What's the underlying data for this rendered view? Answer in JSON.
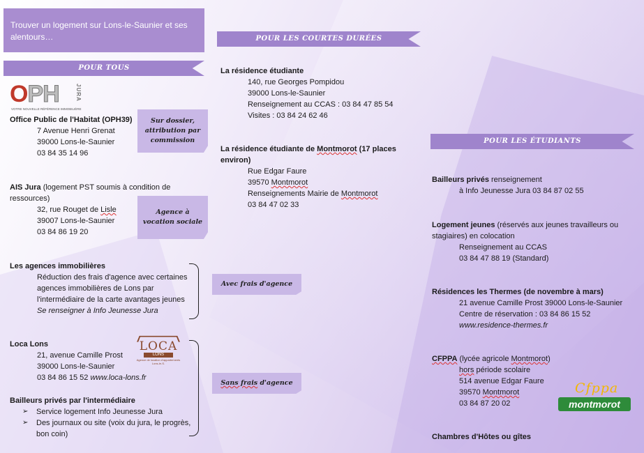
{
  "banner": {
    "title": "Trouver un logement sur Lons-le-Saunier et ses alentours…"
  },
  "ribbons": {
    "pour_tous": "POUR TOUS",
    "courtes": "POUR LES COURTES DURÉES",
    "etudiants": "POUR LES ÉTUDIANTS"
  },
  "oph": {
    "logo_text": "OPH",
    "logo_side": "JURA",
    "logo_tagline": "VOTRE NOUVELLE RÉFÉRENCE IMMOBILIÈRE",
    "name": "Office Public de l'Habitat (OPH39)",
    "lines": [
      "7 Avenue Henri Grenat",
      "39000 Lons-le-Saunier",
      "03 84 35 14 96"
    ]
  },
  "ais": {
    "name": "AIS Jura",
    "desc": " (logement PST soumis à condition de ressources)",
    "addr_pre": "32, rue Rouget de ",
    "addr_sq": "Lisle",
    "lines": [
      "39007 Lons-le-Saunier",
      "03 84 86 19 20"
    ]
  },
  "tags": {
    "dossier": "Sur dossier, attribution par commission",
    "vocation": "Agence à vocation sociale",
    "avec_frais": "Avec frais d'agence",
    "sans_frais_sq": "Sans frais",
    "sans_frais_rest": " d'agence"
  },
  "agences": {
    "name": "Les agences immobilières",
    "desc": "Réduction des frais d'agence avec certaines agences immobilières de Lons par l'intermédiaire de la carte avantages jeunes",
    "note": "Se renseigner à Info Jeunesse Jura"
  },
  "loca": {
    "name": "Loca Lons",
    "lines": [
      "21, avenue Camille Prost",
      "39000 Lons-le-Saunier"
    ],
    "phone": "03 84 86 15 52 ",
    "web": "www.loca-lons.fr",
    "logo_main": "LOCA",
    "logo_sub": "LONS",
    "logo_tagline": "Agence de location d'appartements Lons-le-S."
  },
  "bailleurs_inter": {
    "name": "Bailleurs privés par l'intermédiaire",
    "items": [
      "Service logement Info Jeunesse Jura",
      "Des journaux ou site (voix du jura, le progrès, bon coin)"
    ]
  },
  "residence": {
    "name": "La résidence étudiante",
    "lines": [
      "140, rue Georges Pompidou",
      "39000 Lons-le-Saunier",
      "Renseignement au CCAS : 03 84 47 85 54",
      "Visites : 03 84 24 62 46"
    ]
  },
  "montmorot_res": {
    "name_pre": "La résidence étudiante de ",
    "name_sq": "Montmorot",
    "name_post": " (17 places environ)",
    "line1": "Rue Edgar Faure",
    "line2_pre": "39570 ",
    "line2_sq": "Montmorot",
    "line3_pre": "Renseignements Mairie de ",
    "line3_sq": "Montmorot",
    "line4": "03   84 47 02 33"
  },
  "bailleurs_prives": {
    "name": "Bailleurs privés",
    "desc": " renseignement",
    "line": "à Info Jeunesse Jura 03 84 87 02 55"
  },
  "logement_jeunes": {
    "name": "Logement jeunes",
    "desc": " (réservés aux jeunes travailleurs ou stagiaires) en colocation",
    "lines": [
      "Renseignement au CCAS",
      "03 84 47 88 19 (Standard)"
    ]
  },
  "thermes": {
    "name": "Résidences les Thermes (de novembre à mars)",
    "lines": [
      "21 avenue Camille Prost 39000 Lons-le-Saunier",
      "Centre de réservation : 03 84 86 15 52"
    ],
    "web": "www.residence-thermes.fr"
  },
  "cfppa": {
    "name_sq": "CFPPA",
    "desc_pre": "  (lycée agricole ",
    "desc_sq": "Montmorot",
    "desc_post": ")",
    "line1_sq": "hors",
    "line1_post": " période scolaire",
    "line2": "514 avenue Edgar Faure",
    "line3_pre": "39570 ",
    "line3_sq": "Montmorot",
    "line4": "03 84 87 20 02",
    "logo_top": "Cfppa",
    "logo_bottom": "montmorot"
  },
  "chambres": {
    "name": "Chambres d'Hôtes ou gîtes"
  },
  "colors": {
    "ribbon": "#9f84cc",
    "banner": "#a98dd0",
    "tag": "#c9b8e6",
    "oph_red": "#c0392b",
    "loca_brown": "#8a4a2e",
    "cfppa_yellow": "#f2b705",
    "cfppa_green": "#2e8b3a"
  }
}
